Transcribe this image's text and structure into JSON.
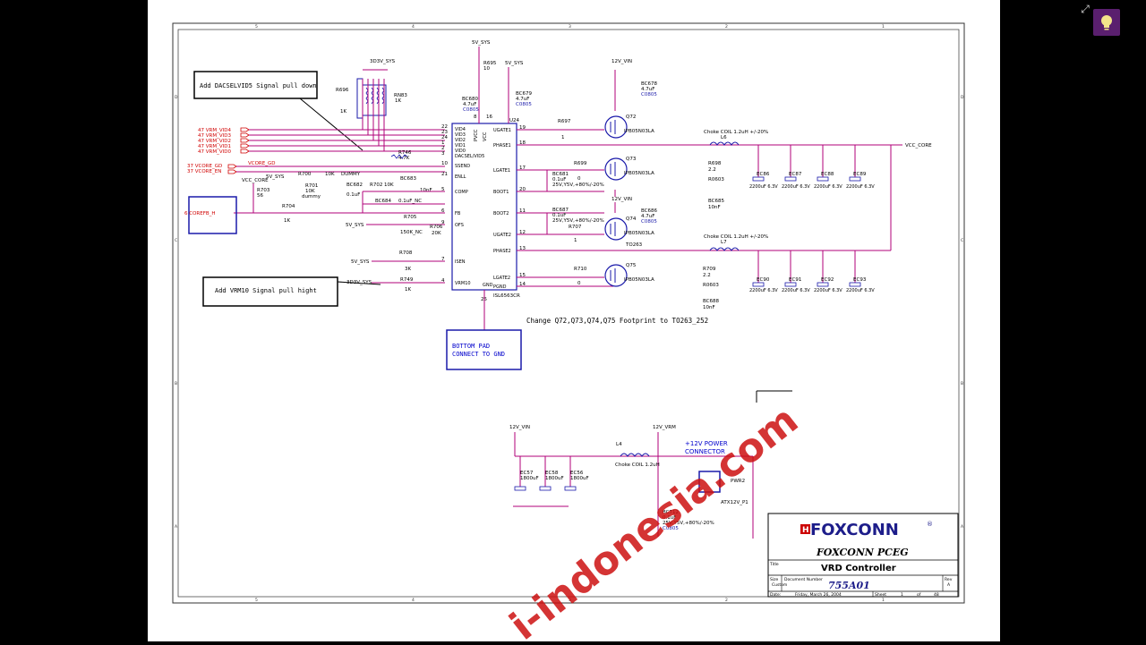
{
  "viewer": {
    "expand_icon": "expand-icon",
    "hint_icon": "lightbulb-icon",
    "hint_color": "#5a1f6e"
  },
  "colors": {
    "wire": "#b0007a",
    "component": "#1a1aaa",
    "note": "#0000cc",
    "signal_red": "#d00000",
    "watermark": "#cc1010"
  },
  "notes": {
    "dacsel": "Add DACSELVID5 Signal pull down",
    "vrm10": "Add VRM10 Signal pull hight",
    "footprint": "Change Q72,Q73,Q74,Q75 Footprint to TO263_252",
    "bottom_pad_1": "BOTTOM PAD",
    "bottom_pad_2": "CONNECT TO GND",
    "power_conn_1": "+12V POWER",
    "power_conn_2": "CONNECTOR"
  },
  "ic": {
    "ref": "U24",
    "part": "ISL6563CR",
    "left_pins": [
      {
        "num": "22",
        "name": "VID4"
      },
      {
        "num": "23",
        "name": "VID3"
      },
      {
        "num": "24",
        "name": "VID2"
      },
      {
        "num": "1",
        "name": "VID1"
      },
      {
        "num": "2",
        "name": "VID0"
      },
      {
        "num": "3",
        "name": "DACSEL/VID5"
      },
      {
        "num": "10",
        "name": "SSEND"
      },
      {
        "num": "21",
        "name": "ENLL"
      },
      {
        "num": "5",
        "name": "COMP"
      },
      {
        "num": "6",
        "name": "FB"
      },
      {
        "num": "9",
        "name": "OFS"
      },
      {
        "num": "7",
        "name": "ISEN"
      },
      {
        "num": "4",
        "name": "VRM10"
      }
    ],
    "right_pins": [
      {
        "num": "19",
        "name": "UGATE1"
      },
      {
        "num": "18",
        "name": "PHASE1"
      },
      {
        "num": "17",
        "name": "LGATE1"
      },
      {
        "num": "20",
        "name": "BOOT1"
      },
      {
        "num": "11",
        "name": "BOOT2"
      },
      {
        "num": "12",
        "name": "UGATE2"
      },
      {
        "num": "13",
        "name": "PHASE2"
      },
      {
        "num": "15",
        "name": "LGATE2"
      },
      {
        "num": "14",
        "name": "PGND"
      }
    ],
    "top_pins": [
      "PVCC",
      "VCC"
    ],
    "top_pin_nums": [
      "8",
      "16"
    ],
    "bottom_pin": "GND",
    "bottom_pin_num": "25"
  },
  "signals": {
    "vid": [
      "47  VRM_VID4",
      "47  VRM_VID3",
      "47  VRM_VID2",
      "47  VRM_VID1",
      "47  VRM_VID0"
    ],
    "vcore_gd": "37  VCORE_GD",
    "vcore_en": "37  VCORE_EN",
    "vcore_gd_net": "VCORE_GD",
    "corefb": "6  COREFB_H",
    "vcc_core": "VCC_CORE",
    "vcc_core_left": "VCC_CORE"
  },
  "rails": {
    "r3d3v": "3D3V_SYS",
    "r5v_top": "5V_SYS",
    "r5v_top2": "5V_SYS",
    "r12v_1": "12V_VIN",
    "r12v_2": "12V_VIN",
    "r5v_a": "5V_SYS",
    "r5v_b": "5V_SYS",
    "r5v_c": "5V_SYS",
    "r3d3v_b": "3D3V_SYS",
    "r12v_bottom": "12V_VIN",
    "r12v_vrm": "12V_VRM"
  },
  "components": {
    "r696": {
      "ref": "R696",
      "val": "1K"
    },
    "rn83": {
      "ref": "RN83",
      "val": "1K"
    },
    "r695": {
      "ref": "R695",
      "val": "10"
    },
    "bc680": {
      "ref": "BC680",
      "val": "4.7uF",
      "pkg": "C0805"
    },
    "bc679": {
      "ref": "BC679",
      "val": "4.7uF",
      "pkg": "C0805"
    },
    "bc678": {
      "ref": "BC678",
      "val": "4.7uF",
      "pkg": "C0805"
    },
    "r746": {
      "ref": "R746",
      "val": "4.7K"
    },
    "r700": {
      "ref": "R700",
      "val": "10K",
      "note": "DUMMY"
    },
    "r701": {
      "ref": "R701",
      "val": "10K",
      "note": "dummy"
    },
    "r703": {
      "ref": "R703",
      "val": "56"
    },
    "r704": {
      "ref": "R704",
      "val": "1K"
    },
    "bc682": {
      "ref": "BC682",
      "val": "0.1uF"
    },
    "bc683": {
      "ref": "BC683",
      "val": "10nF"
    },
    "r702": {
      "ref": "R702",
      "val": "10K"
    },
    "bc684": {
      "ref": "BC684",
      "val": "0.1uF_NC"
    },
    "r705": {
      "ref": "R705",
      "val": "150K_NC"
    },
    "r706": {
      "ref": "R706",
      "val": "20K"
    },
    "r708": {
      "ref": "R708",
      "val": "3K"
    },
    "r749": {
      "ref": "R749",
      "val": "1K"
    },
    "r697": {
      "ref": "R697",
      "val": "1"
    },
    "r699": {
      "ref": "R699",
      "val": "0"
    },
    "bc681": {
      "ref": "BC681",
      "val": "0.1uF",
      "spec": "25V,Y5V,+80%/-20%"
    },
    "bc687": {
      "ref": "BC687",
      "val": "0.1uF",
      "spec": "25V,Y5V,+80%/-20%"
    },
    "r707": {
      "ref": "R707",
      "val": "1"
    },
    "r710": {
      "ref": "R710",
      "val": "0"
    },
    "bc686": {
      "ref": "BC686",
      "val": "4.7uF",
      "pkg": "C0805"
    },
    "q72": {
      "ref": "Q72",
      "part": "IPB05N03LA"
    },
    "q73": {
      "ref": "Q73",
      "part": "IPB05N03LA"
    },
    "q74": {
      "ref": "Q74",
      "part": "IPB05N03LA",
      "pkg": "TO263"
    },
    "q75": {
      "ref": "Q75",
      "part": "IPB05N03LA"
    },
    "l6": {
      "ref": "L6",
      "val": "Choke COIL 1.2uH +/-20%"
    },
    "l7": {
      "ref": "L7",
      "val": "Choke COIL 1.2uH +/-20%"
    },
    "r698": {
      "ref": "R698",
      "val": "2.2",
      "pkg": "R0603"
    },
    "r709": {
      "ref": "R709",
      "val": "2.2",
      "pkg": "R0603"
    },
    "bc685": {
      "ref": "BC685",
      "val": "10nF"
    },
    "bc688": {
      "ref": "BC688",
      "val": "10nF"
    },
    "ec_top": [
      {
        "ref": "EC86",
        "val": "2200uF 6.3V"
      },
      {
        "ref": "EC87",
        "val": "2200uF 6.3V"
      },
      {
        "ref": "EC88",
        "val": "2200uF 6.3V"
      },
      {
        "ref": "EC89",
        "val": "2200uF 6.3V"
      }
    ],
    "ec_bot": [
      {
        "ref": "EC90",
        "val": "2200uF 6.3V"
      },
      {
        "ref": "EC91",
        "val": "2200uF 6.3V"
      },
      {
        "ref": "EC92",
        "val": "2200uF 6.3V"
      },
      {
        "ref": "EC93",
        "val": "2200uF 6.3V"
      }
    ],
    "ec_input": [
      {
        "ref": "EC57",
        "val": "1800uF"
      },
      {
        "ref": "EC58",
        "val": "1800uF"
      },
      {
        "ref": "EC56",
        "val": "1800uF"
      }
    ],
    "l4": {
      "ref": "L4",
      "val": "Choke COIL 1.2uH"
    },
    "bc712": {
      "ref": "BC712",
      "val": "0.1uF",
      "spec": "25V,Y5V,+80%/-20%",
      "pkg": "C0805"
    },
    "pwr2": {
      "ref": "PWR2",
      "part": "ATX12V_P1"
    }
  },
  "title_block": {
    "company": "FOXCONN",
    "registered": "®",
    "subtitle": "FOXCONN PCEG",
    "title_label": "Title",
    "title": "VRD Controller",
    "size_label": "Size",
    "size": "Custom",
    "docnum_label": "Document Number",
    "docnum": "755A01",
    "rev_label": "Rev",
    "rev": "A",
    "date_label": "Date:",
    "date": "Friday, March 26, 2004",
    "sheet_label": "Sheet",
    "sheet": "1",
    "of_label": "of",
    "sheets": "48"
  },
  "border": {
    "cols": [
      "5",
      "4",
      "3",
      "2",
      "1"
    ],
    "rows": [
      "D",
      "C",
      "B",
      "A"
    ]
  },
  "watermark": "i-indonesia.com"
}
